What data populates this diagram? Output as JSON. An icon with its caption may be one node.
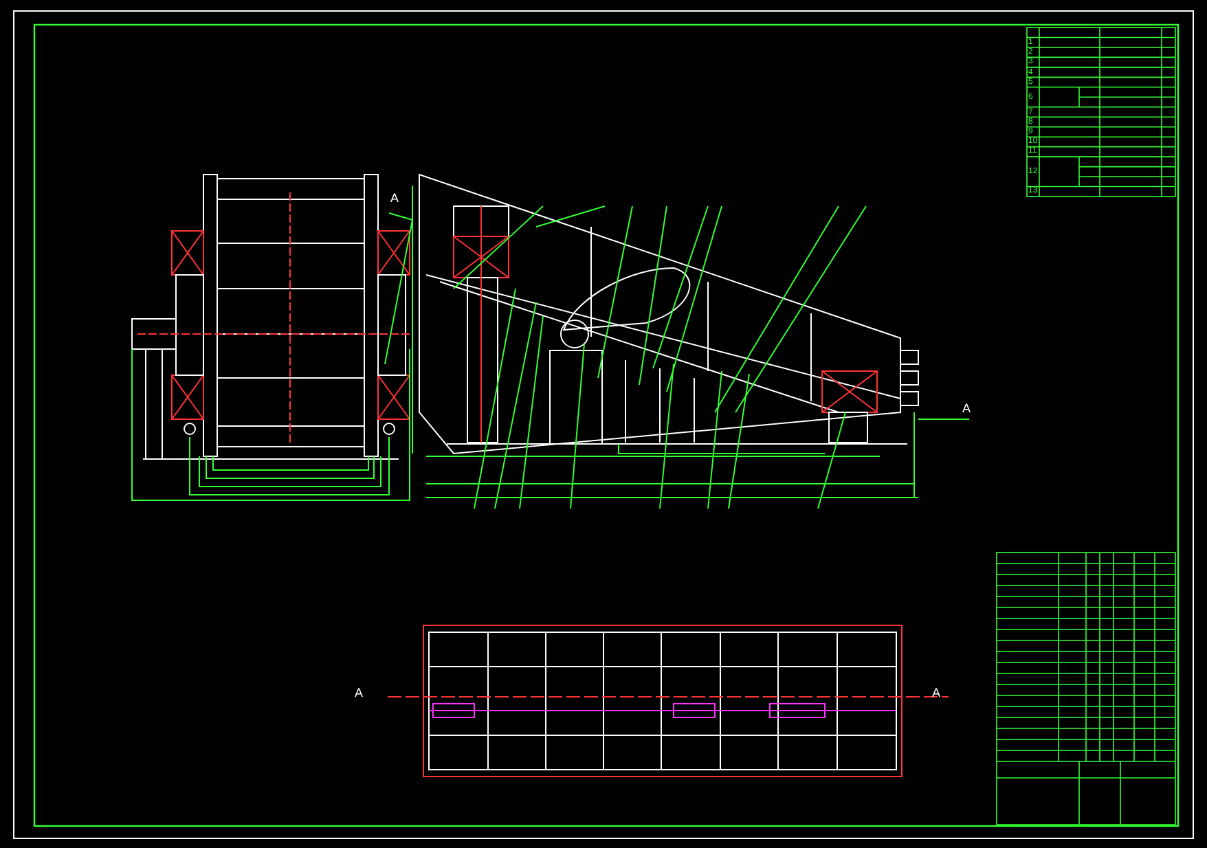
{
  "diagram": {
    "labels": [
      "A",
      "A",
      "A",
      "A",
      "1",
      "2",
      "3",
      "4",
      "5",
      "6",
      "7",
      "8",
      "9",
      "10",
      "11",
      "12",
      "13"
    ]
  }
}
